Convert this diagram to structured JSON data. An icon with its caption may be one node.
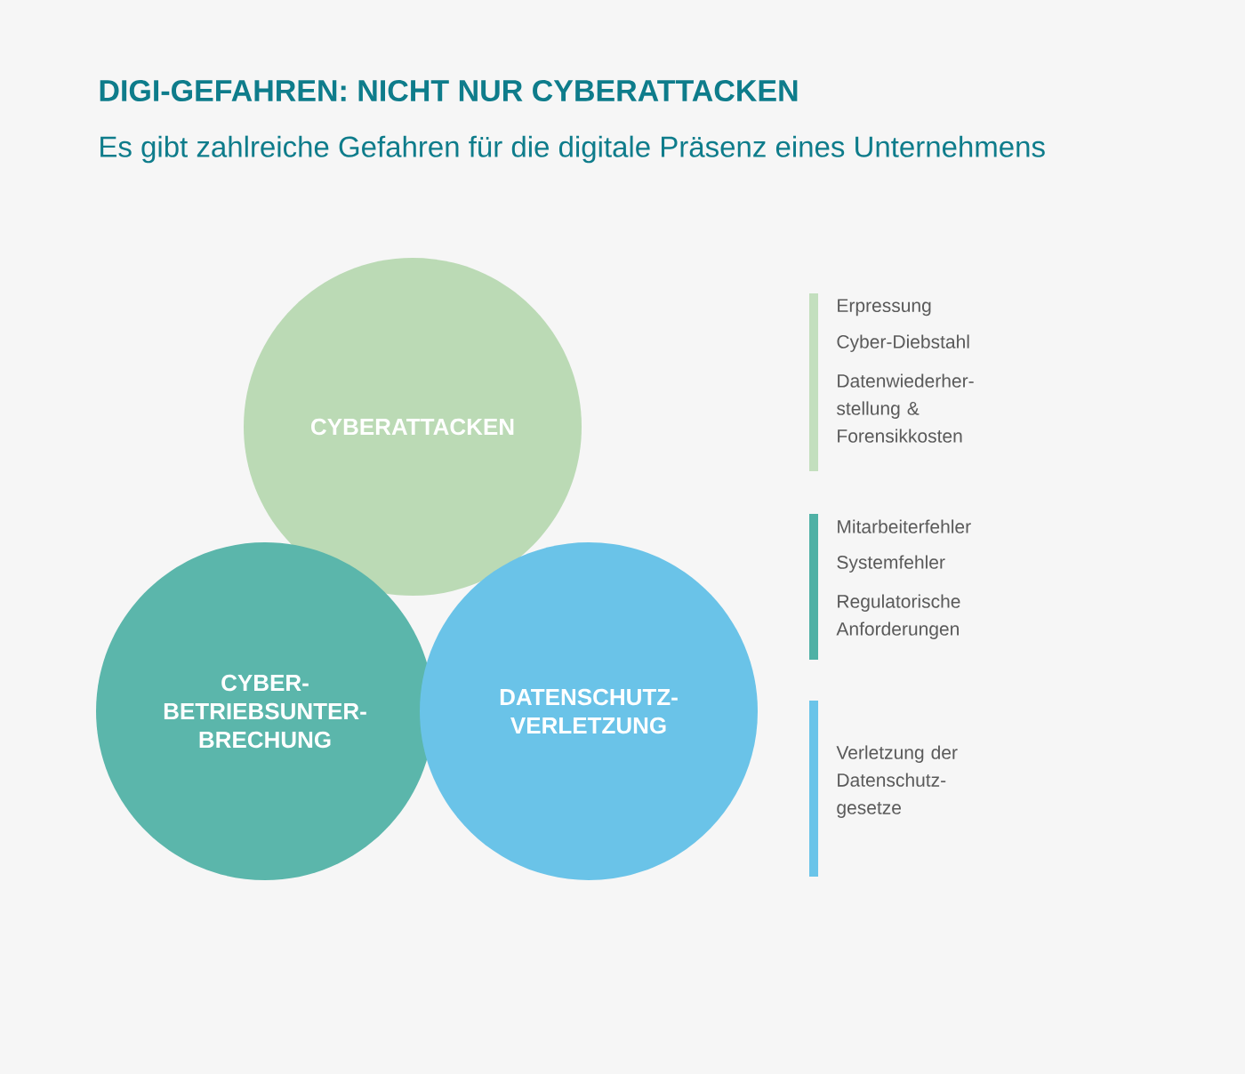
{
  "diagram": {
    "title": "DIGI-GEFAHREN: NICHT NUR CYBERATTACKEN",
    "nodes": [
      {
        "text": [
          "CYBERATTACKEN"
        ]
      },
      {
        "text": [
          "CYBER-BETRIEBSUNTER-BRECHUNG"
        ]
      },
      {
        "text": [
          "DATENSCHUTZ-VERLETZUNG"
        ]
      }
    ],
    "labels": [
      "Es gibt zahlreiche Gefahren für die digitale Präsenz eines Unternehmens"
    ],
    "legend": [
      {
        "text": "Erpressung",
        "color": "#c3dfbe"
      },
      {
        "text": "Cyber-Diebstahl",
        "color": "#c3dfbe"
      },
      {
        "text": "Datenwiederher-stellung & Forensikkosten",
        "color": "#c3dfbe"
      },
      {
        "text": "Mitarbeiterfehler",
        "color": "#4fb1a5"
      },
      {
        "text": "Systemfehler",
        "color": "#4fb1a5"
      },
      {
        "text": "Regulatorische Anforderungen",
        "color": "#4fb1a5"
      },
      {
        "text": "Verletzung der Datenschutz-gesetze",
        "color": "#6ac4e9"
      }
    ]
  }
}
